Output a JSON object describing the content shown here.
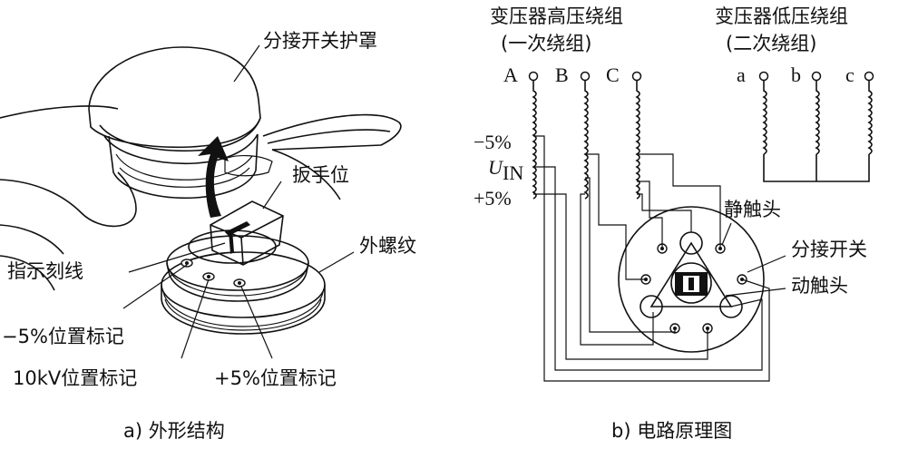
{
  "left": {
    "cover_label": "分接开关护罩",
    "wrench_label": "扳手位",
    "thread_label": "外螺纹",
    "indicator_label": "指示刻线",
    "minus_label": "−5%位置标记",
    "kv_label": "10kV位置标记",
    "plus_label": "+5%位置标记",
    "caption": "a) 外形结构"
  },
  "right": {
    "hv_title_1": "变压器高压绕组",
    "hv_title_2": "(一次绕组)",
    "lv_title_1": "变压器低压绕组",
    "lv_title_2": "(二次绕组)",
    "terminals_hv": [
      "A",
      "B",
      "C"
    ],
    "terminals_lv": [
      "a",
      "b",
      "c"
    ],
    "tap_minus": "−5%",
    "tap_mid_u": "U",
    "tap_mid_sub": "IN",
    "tap_plus": "+5%",
    "static_contact": "静触头",
    "switch_label": "分接开关",
    "moving_contact": "动触头",
    "caption": "b) 电路原理图"
  }
}
